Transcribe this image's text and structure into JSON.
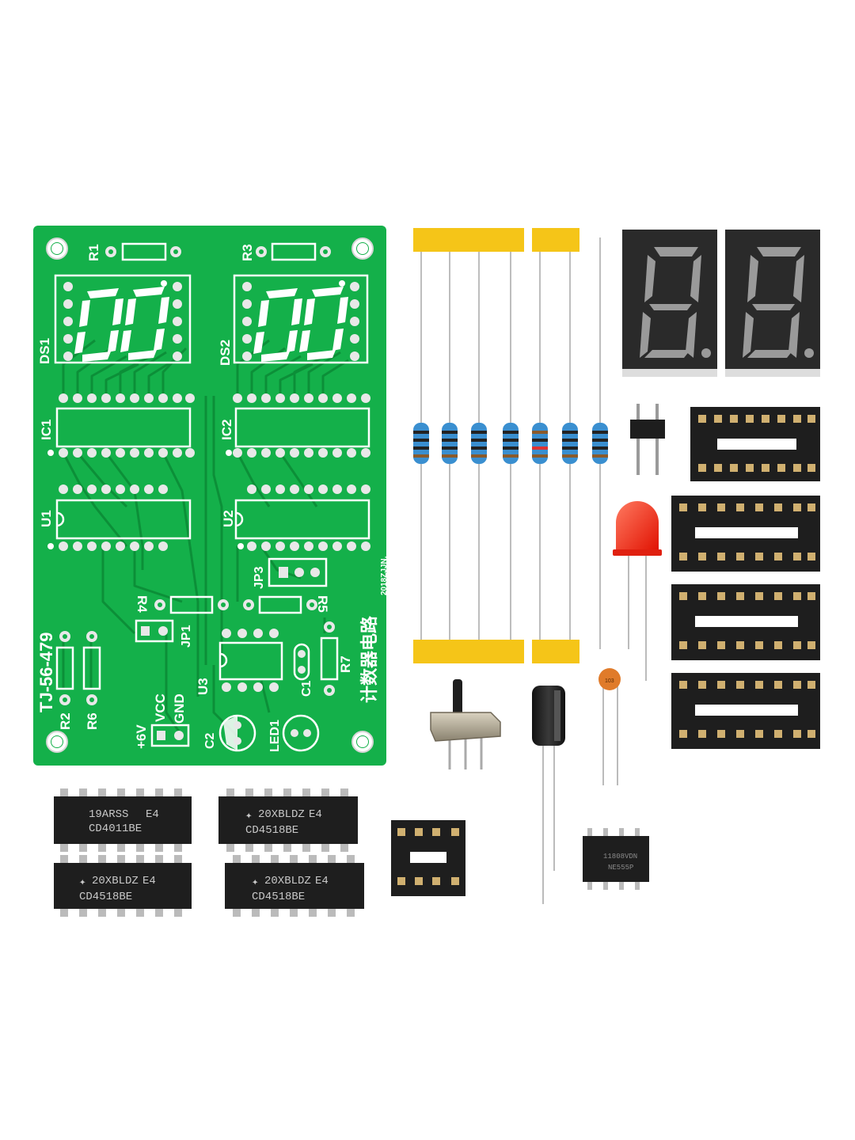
{
  "pcb": {
    "board_color": "#14b04a",
    "model": "TJ-56-479",
    "title_cn": "计数器电路",
    "date_mark": "2018ZJJN.",
    "labels": {
      "r1": "R1",
      "r2": "R2",
      "r3": "R3",
      "r4": "R4",
      "r5": "R5",
      "r6": "R6",
      "r7": "R7",
      "ds1": "DS1",
      "ds2": "DS2",
      "ic1": "IC1",
      "ic2": "IC2",
      "u1": "U1",
      "u2": "U2",
      "u3": "U3",
      "jp1": "JP1",
      "jp3": "JP3",
      "c1": "C1",
      "c2": "C2",
      "led1": "LED1",
      "plus6v": "+6V",
      "vcc": "VCC",
      "gnd": "GND"
    }
  },
  "chips": [
    {
      "line1": "19ARSS",
      "suffix": "E4",
      "line2": "CD4011BE"
    },
    {
      "line1": "20XBLDZ",
      "suffix": "E4",
      "line2": "CD4518BE"
    },
    {
      "line1": "20XBLDZ",
      "suffix": "E4",
      "line2": "CD4518BE"
    },
    {
      "line1": "20XBLDZ",
      "suffix": "E4",
      "line2": "CD4518BE"
    }
  ],
  "timer_chip": {
    "line1": "11808VDN",
    "line2": "NE555P"
  },
  "ceramic_cap_mark": "103",
  "colors": {
    "tape": "#f5c518",
    "led": "#ff2a1a",
    "seven_seg_body": "#2a2a2a",
    "resistor_body": "#3a8fd0",
    "socket": "#1e1e1e"
  }
}
